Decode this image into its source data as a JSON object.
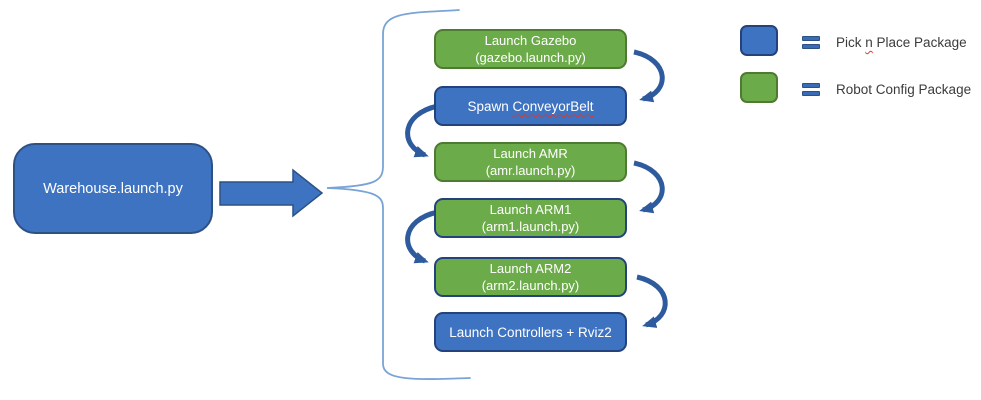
{
  "diagram": {
    "root": {
      "label": "Warehouse.launch.py"
    },
    "steps": [
      {
        "line1": "Launch Gazebo",
        "line2": "(gazebo.launch.py)",
        "package": "green"
      },
      {
        "pre": "Spawn ",
        "flagged": "ConveyorBelt",
        "package": "blue"
      },
      {
        "line1": "Launch AMR",
        "line2": "(amr.launch.py)",
        "package": "green"
      },
      {
        "line1": "Launch ARM1",
        "line2": "(arm1.launch.py)",
        "package": "green"
      },
      {
        "line1": "Launch ARM2",
        "line2": "(arm2.launch.py)",
        "package": "green"
      },
      {
        "line1": "Launch Controllers + Rviz2",
        "package": "blue"
      }
    ]
  },
  "legend": {
    "items": [
      {
        "swatch_color": "#3e73c1",
        "pre": "Pick ",
        "flagged": "n",
        "post": " Place Package"
      },
      {
        "swatch_color": "#6cab49",
        "label": "Robot Config Package"
      }
    ]
  },
  "colors": {
    "blue_fill": "#3e73c1",
    "blue_border": "#2d5185",
    "green_fill": "#6cab49",
    "green_border": "#4e7a31",
    "navy_border": "#24437c",
    "arrow": "#2e5b9e",
    "brace": "#7aa3d6",
    "box_text": "#ffffff",
    "legend_text": "#3b3b3b",
    "spellcheck_squiggle": "#d83931"
  }
}
